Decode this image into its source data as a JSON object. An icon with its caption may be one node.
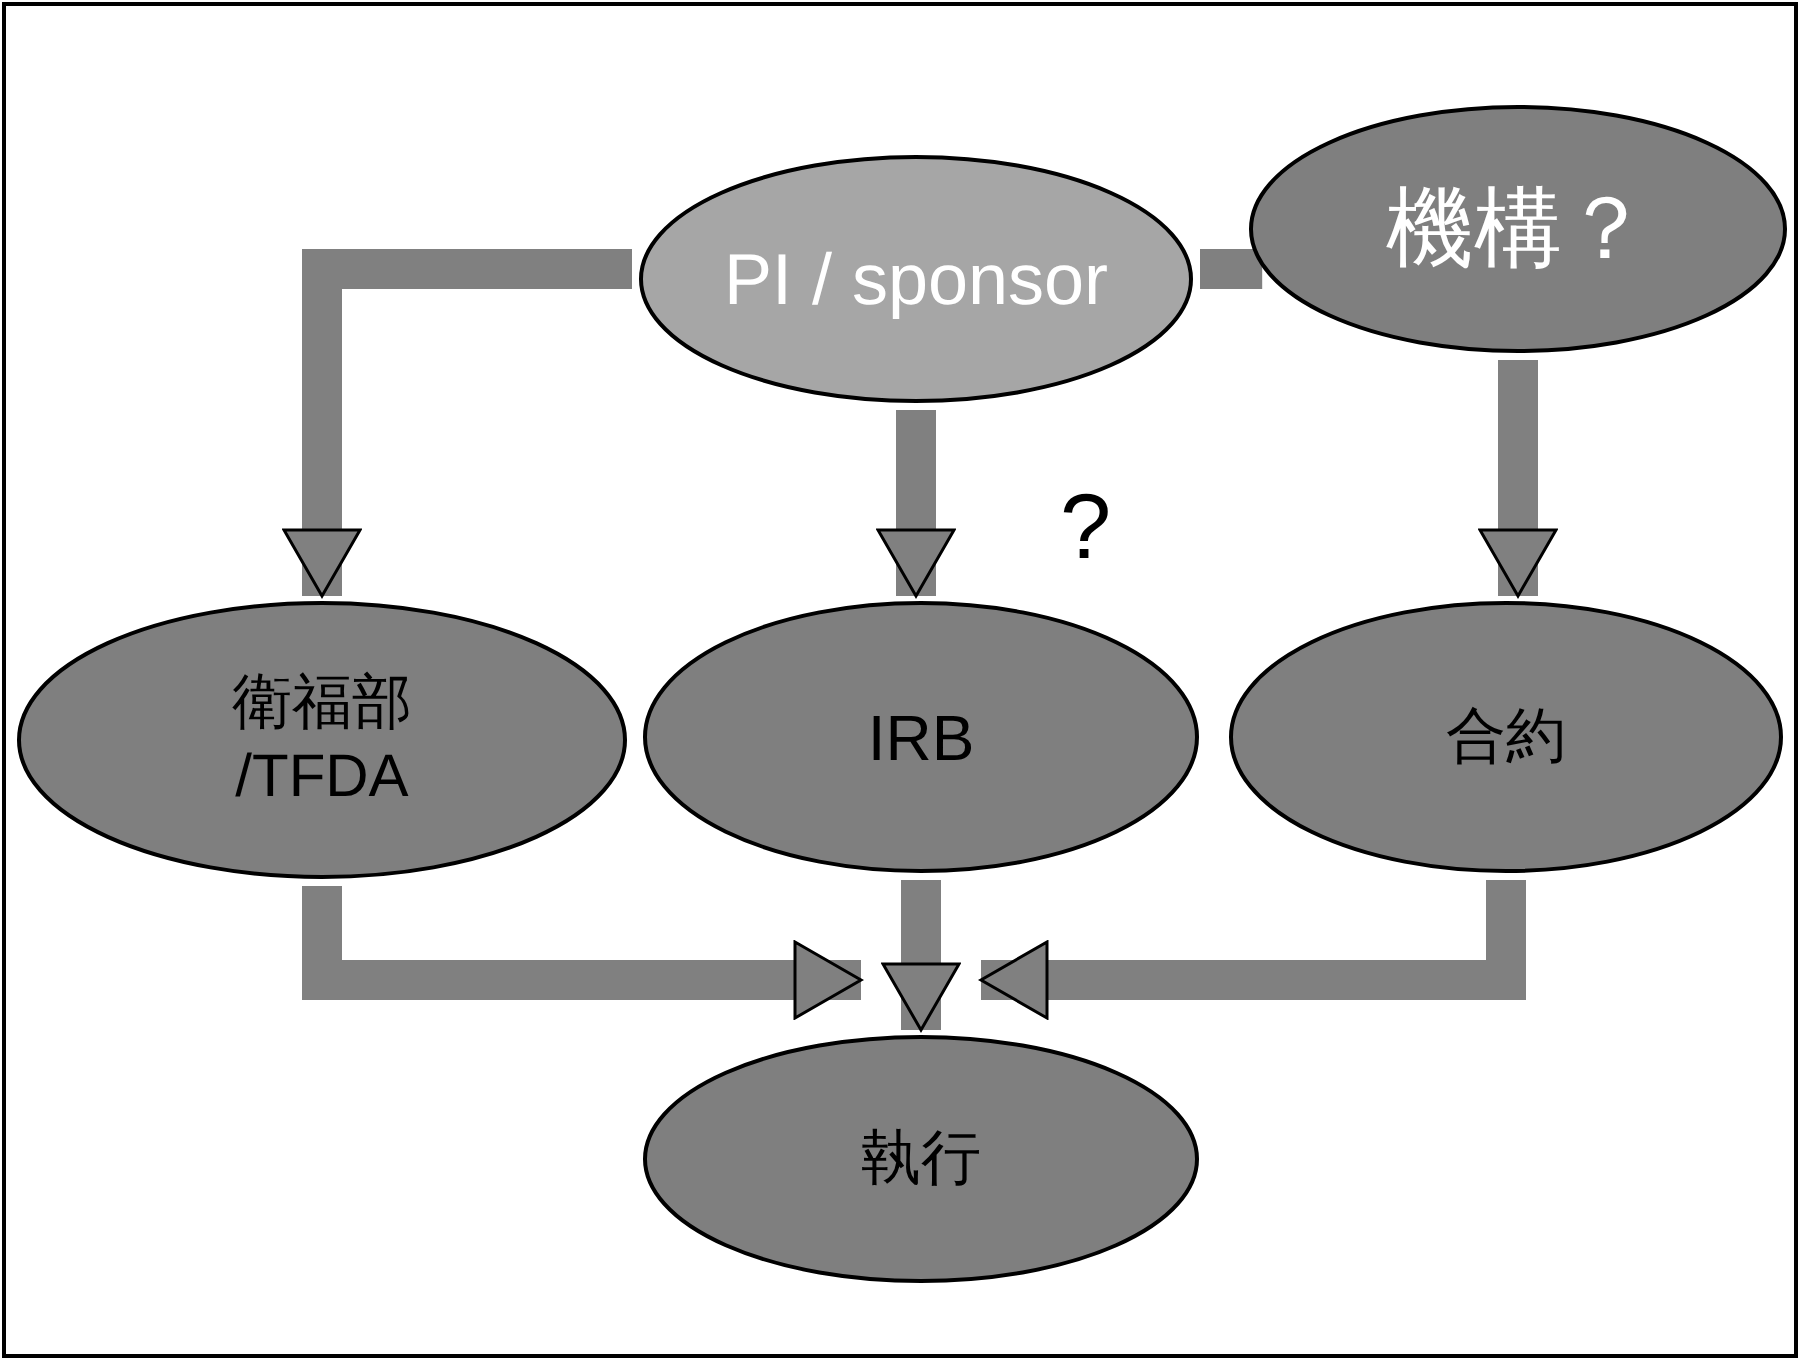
{
  "diagram": {
    "nodes": [
      {
        "text": [
          "PI / sponsor"
        ]
      },
      {
        "text": [
          "機構？"
        ]
      },
      {
        "text": [
          "衛福部 /TFDA"
        ]
      },
      {
        "text": [
          "IRB"
        ]
      },
      {
        "text": [
          "合約"
        ]
      },
      {
        "text": [
          "執行"
        ]
      }
    ],
    "edges": [
      {
        "from": 0,
        "to": 2,
        "arrow": "to"
      },
      {
        "from": 0,
        "to": 3,
        "arrow": "to"
      },
      {
        "from": 0,
        "to": 1,
        "arrow": "none"
      },
      {
        "from": 1,
        "to": 4,
        "arrow": "to"
      },
      {
        "from": 2,
        "to": 5,
        "arrow": "to"
      },
      {
        "from": 3,
        "to": 5,
        "arrow": "to"
      },
      {
        "from": 4,
        "to": 5,
        "arrow": "to"
      }
    ],
    "labels": [
      "?"
    ]
  }
}
